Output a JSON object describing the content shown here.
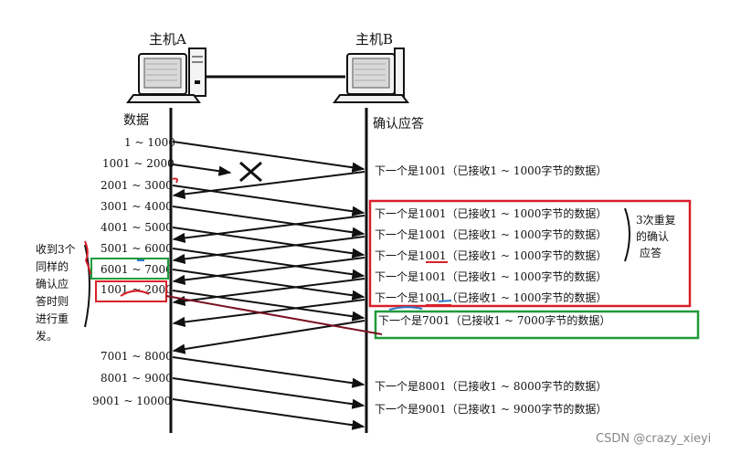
{
  "hosts": {
    "a": "主机A",
    "b": "主机B"
  },
  "column_headers": {
    "a": "数据",
    "b": "确认应答"
  },
  "data_segments": [
    "1 ~ 1000",
    "1001 ~ 2000",
    "2001 ~ 3000",
    "3001 ~ 4000",
    "4001 ~ 5000",
    "5001 ~ 6000",
    "6001 ~ 7000",
    "1001 ~ 2000",
    "7001 ~ 8000",
    "8001 ~ 9000",
    "9001 ~ 10000"
  ],
  "acks": [
    "下一个是1001（已接收1 ~ 1000字节的数据）",
    "下一个是1001（已接收1 ~ 1000字节的数据）",
    "下一个是1001（已接收1 ~ 1000字节的数据）",
    "下一个是1001（已接收1 ~ 1000字节的数据）",
    "下一个是1001（已接收1 ~ 1000字节的数据）",
    "下一个是1001（已接收1 ~ 1000字节的数据）",
    "下一个是7001（已接收1 ~ 7000字节的数据）",
    "下一个是8001（已接收1 ~ 8000字节的数据）",
    "下一个是9001（已接收1 ~ 9000字节的数据）"
  ],
  "annotations": {
    "dup_ack_lines": [
      "3次重复",
      "的确认",
      "应答"
    ],
    "retransmit_lines": [
      "收到3个",
      "同样的",
      "确认应",
      "答时则",
      "进行重",
      "发。"
    ]
  },
  "watermark": "CSDN @crazy_xieyi",
  "colors": {
    "red_box": "#d8202a",
    "green_box": "#1f9a3a",
    "dark_red_line": "#7a1020",
    "blue_mark": "#2a78c8",
    "line": "#111111"
  },
  "icons": [
    "desktop-computer-icon",
    "cross-mark-icon"
  ]
}
